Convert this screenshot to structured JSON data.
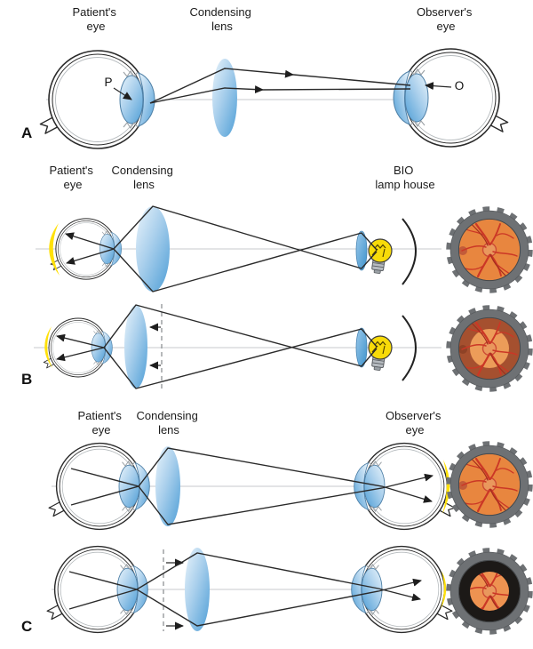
{
  "figure": {
    "panelA": {
      "letter": "A",
      "labels": {
        "patient": [
          "Patient's",
          "eye"
        ],
        "condensing": [
          "Condensing",
          "lens"
        ],
        "observer": [
          "Observer's",
          "eye"
        ]
      },
      "points": {
        "p": "P",
        "o": "O"
      }
    },
    "panelB": {
      "letter": "B",
      "labels": {
        "patient": [
          "Patient's",
          "eye"
        ],
        "condensing": [
          "Condensing",
          "lens"
        ],
        "lamp": [
          "BIO",
          "lamp house"
        ]
      }
    },
    "panelC": {
      "letter": "C",
      "labels": {
        "patient": [
          "Patient's",
          "eye"
        ],
        "condensing": [
          "Condensing",
          "lens"
        ],
        "observer": [
          "Observer's",
          "eye"
        ]
      }
    },
    "colors": {
      "lens_blue": "#58A3DA",
      "lens_light": "#E8F3FA",
      "retina_highlight_yellow": "#FFE10A",
      "bulb_yellow": "#F8DB09",
      "fundus_orange": "#E8863F",
      "fundus_dark_red": "#A5502F",
      "fundus_black": "#1C1917",
      "vessel_red": "#CB3726",
      "gear_gray": "#6E7174",
      "ray_line": "#2A2A2A",
      "optical_axis_gray": "#C7CACC"
    }
  }
}
